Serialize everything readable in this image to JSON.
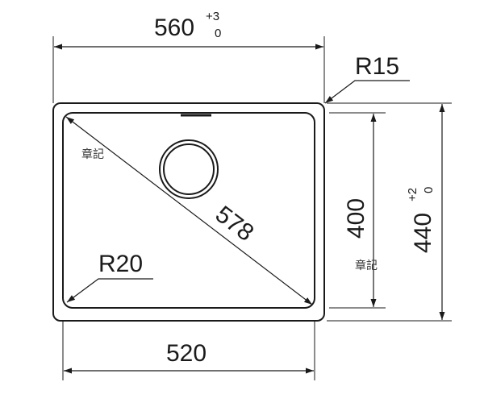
{
  "drawing": {
    "dimensions": {
      "outer_width": "560",
      "outer_width_tol_plus": "+3",
      "outer_width_tol_minus": "0",
      "inner_width": "520",
      "outer_height": "440",
      "outer_height_tol_plus": "+2",
      "outer_height_tol_minus": "0",
      "inner_height": "400",
      "diagonal": "578",
      "outer_radius": "R15",
      "inner_radius": "R20"
    },
    "stamps": {
      "top_left": "章記",
      "right": "章記"
    },
    "colors": {
      "line": "#1a1a1a",
      "background": "#ffffff"
    }
  }
}
